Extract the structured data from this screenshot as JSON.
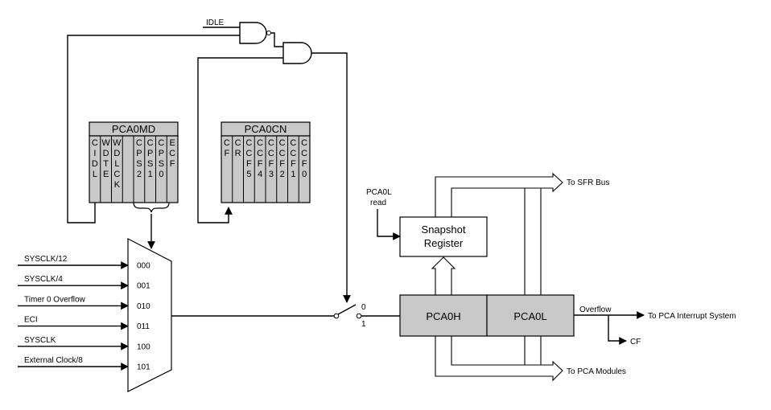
{
  "gates": {
    "idle_label": "IDLE"
  },
  "pca0md": {
    "title": "PCA0MD",
    "bits": [
      [
        "C",
        "I",
        "D",
        "L"
      ],
      [
        "W",
        "D",
        "T",
        "E"
      ],
      [
        "W",
        "D",
        "L",
        "C",
        "K"
      ],
      [],
      [
        "C",
        "P",
        "S",
        "2"
      ],
      [
        "C",
        "P",
        "S",
        "1"
      ],
      [
        "C",
        "P",
        "S",
        "0"
      ],
      [
        "E",
        "C",
        "F"
      ]
    ]
  },
  "pca0cn": {
    "title": "PCA0CN",
    "bits": [
      [
        "C",
        "F"
      ],
      [
        "C",
        "R"
      ],
      [
        "C",
        "C",
        "F",
        "5"
      ],
      [
        "C",
        "C",
        "F",
        "4"
      ],
      [
        "C",
        "C",
        "F",
        "3"
      ],
      [
        "C",
        "C",
        "F",
        "2"
      ],
      [
        "C",
        "C",
        "F",
        "1"
      ],
      [
        "C",
        "C",
        "F",
        "0"
      ]
    ]
  },
  "inputs": [
    {
      "label": "SYSCLK/12",
      "code": "000"
    },
    {
      "label": "SYSCLK/4",
      "code": "001"
    },
    {
      "label": "Timer 0 Overflow",
      "code": "010"
    },
    {
      "label": "ECI",
      "code": "011"
    },
    {
      "label": "SYSCLK",
      "code": "100"
    },
    {
      "label": "External Clock/8",
      "code": "101"
    }
  ],
  "switch": {
    "pos0": "0",
    "pos1": "1"
  },
  "pca0l_read": {
    "line1": "PCA0L",
    "line2": "read"
  },
  "snapshot": {
    "line1": "Snapshot",
    "line2": "Register"
  },
  "pca0h": "PCA0H",
  "pca0l": "PCA0L",
  "outputs": {
    "sfr_bus": "To SFR Bus",
    "overflow": "Overflow",
    "interrupt": "To PCA Interrupt System",
    "cf": "CF",
    "modules": "To PCA Modules"
  }
}
